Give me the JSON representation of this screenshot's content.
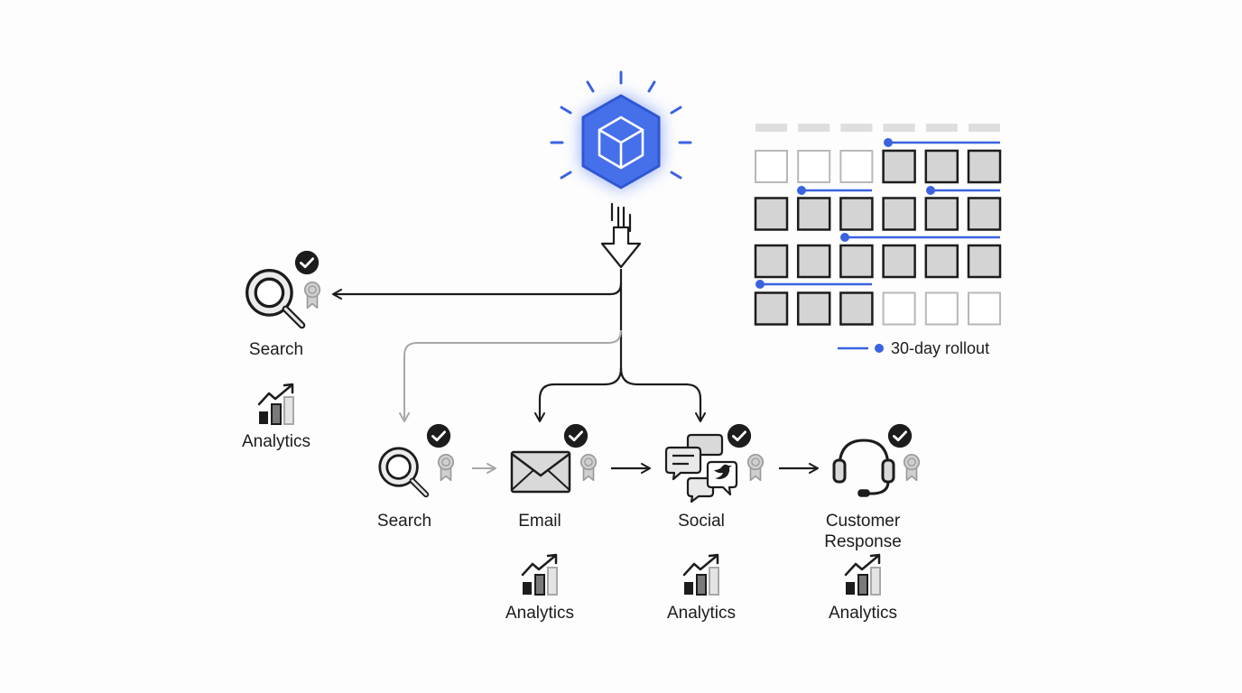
{
  "colors": {
    "accent": "#3a63e0",
    "stroke": "#1c1c1c",
    "muted": "#a8a8a8",
    "fill": "#d9d9d9",
    "check": "#1c1c1c"
  },
  "top_icon": "cube-hexagon-icon",
  "channels": {
    "search_top": {
      "label": "Search",
      "analytics_label": "Analytics",
      "icon": "magnifier-icon"
    },
    "search": {
      "label": "Search",
      "icon": "magnifier-icon"
    },
    "email": {
      "label": "Email",
      "analytics_label": "Analytics",
      "icon": "envelope-icon"
    },
    "social": {
      "label": "Social",
      "analytics_label": "Analytics",
      "icon": "chat-bubbles-icon"
    },
    "customer_response": {
      "label_line1": "Customer",
      "label_line2": "Response",
      "analytics_label": "Analytics",
      "icon": "headset-icon"
    }
  },
  "calendar": {
    "rows": [
      [
        "empty",
        "empty",
        "empty",
        "filled",
        "filled",
        "filled"
      ],
      [
        "filled",
        "filled",
        "filled",
        "filled",
        "filled",
        "filled"
      ],
      [
        "filled",
        "filled",
        "filled",
        "filled",
        "filled",
        "filled"
      ],
      [
        "filled",
        "filled",
        "filled",
        "empty",
        "empty",
        "empty"
      ]
    ],
    "legend_label": "30-day rollout"
  }
}
